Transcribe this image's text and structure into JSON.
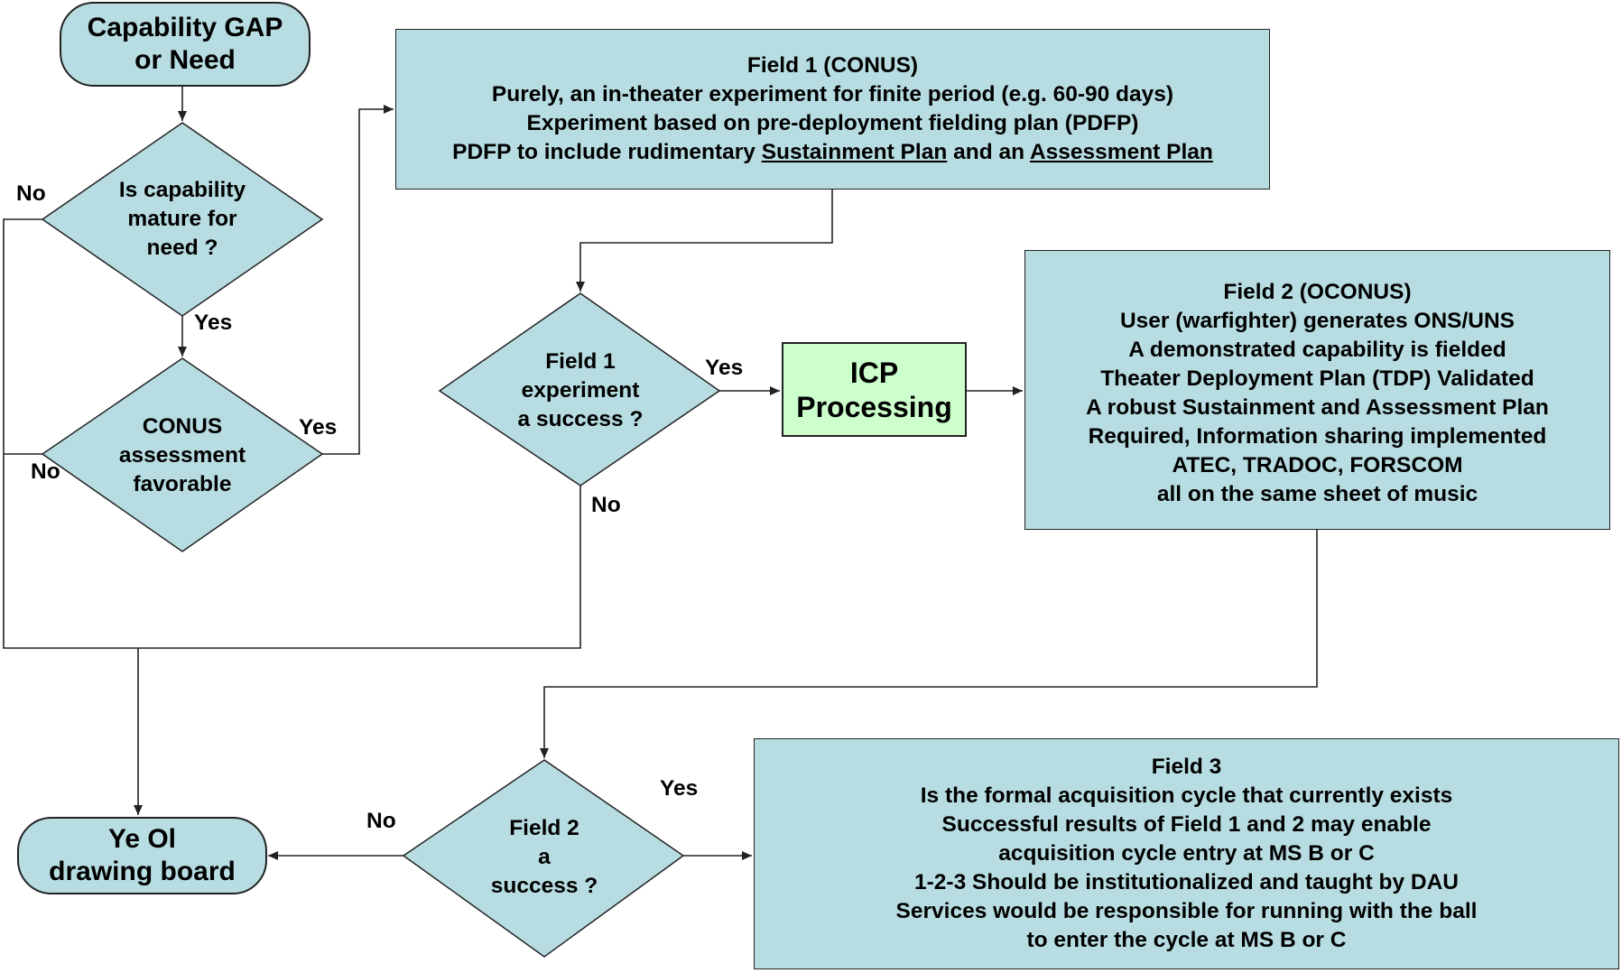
{
  "start": {
    "line1": "Capability GAP",
    "line2": "or Need"
  },
  "end": {
    "line1": "Ye Ol",
    "line2": "drawing board"
  },
  "d_mature": {
    "line1": "Is capability",
    "line2": "mature for",
    "line3": "need ?"
  },
  "d_conus": {
    "line1": "CONUS",
    "line2": "assessment",
    "line3": "favorable"
  },
  "d_field1": {
    "line1": "Field 1",
    "line2": "experiment",
    "line3": "a success ?"
  },
  "d_field2": {
    "line1": "Field 2",
    "line2": "a",
    "line3": "success ?"
  },
  "field1_box": {
    "l1": "Field 1 (CONUS)",
    "l2": "Purely, an in-theater experiment for finite period (e.g. 60-90 days)",
    "l3": "Experiment based on pre-deployment fielding plan (PDFP)",
    "l4a": "PDFP to include rudimentary ",
    "l4b": "Sustainment Plan",
    "l4c": " and an ",
    "l4d": "Assessment Plan"
  },
  "icp": {
    "line1": "ICP",
    "line2": "Processing"
  },
  "field2_box": {
    "l1": "Field 2 (OCONUS)",
    "l2": "User (warfighter) generates ONS/UNS",
    "l3": "A demonstrated capability is fielded",
    "l4": "Theater Deployment Plan (TDP) Validated",
    "l5": "A robust Sustainment and Assessment Plan",
    "l6": "Required, Information sharing implemented",
    "l7": "ATEC, TRADOC, FORSCOM",
    "l8": "all on the same sheet of music"
  },
  "field3_box": {
    "l1": "Field 3",
    "l2": "Is the formal acquisition cycle that currently exists",
    "l3": "Successful  results of Field 1 and 2 may enable",
    "l4": "acquisition cycle entry at MS B or C",
    "l5": "1-2-3 Should be institutionalized and taught by DAU",
    "l6": "Services would be responsible for running with the ball",
    "l7": "to enter the cycle at MS B or C"
  },
  "labels": {
    "no_mature": "No",
    "yes_mature": "Yes",
    "yes_conus": "Yes",
    "no_conus": "No",
    "yes_field1": "Yes",
    "no_field1": "No",
    "yes_field2": "Yes",
    "no_field2": "No"
  },
  "colors": {
    "node_fill": "#b7dde2",
    "icp_fill": "#ccffcc",
    "line": "#222222"
  }
}
